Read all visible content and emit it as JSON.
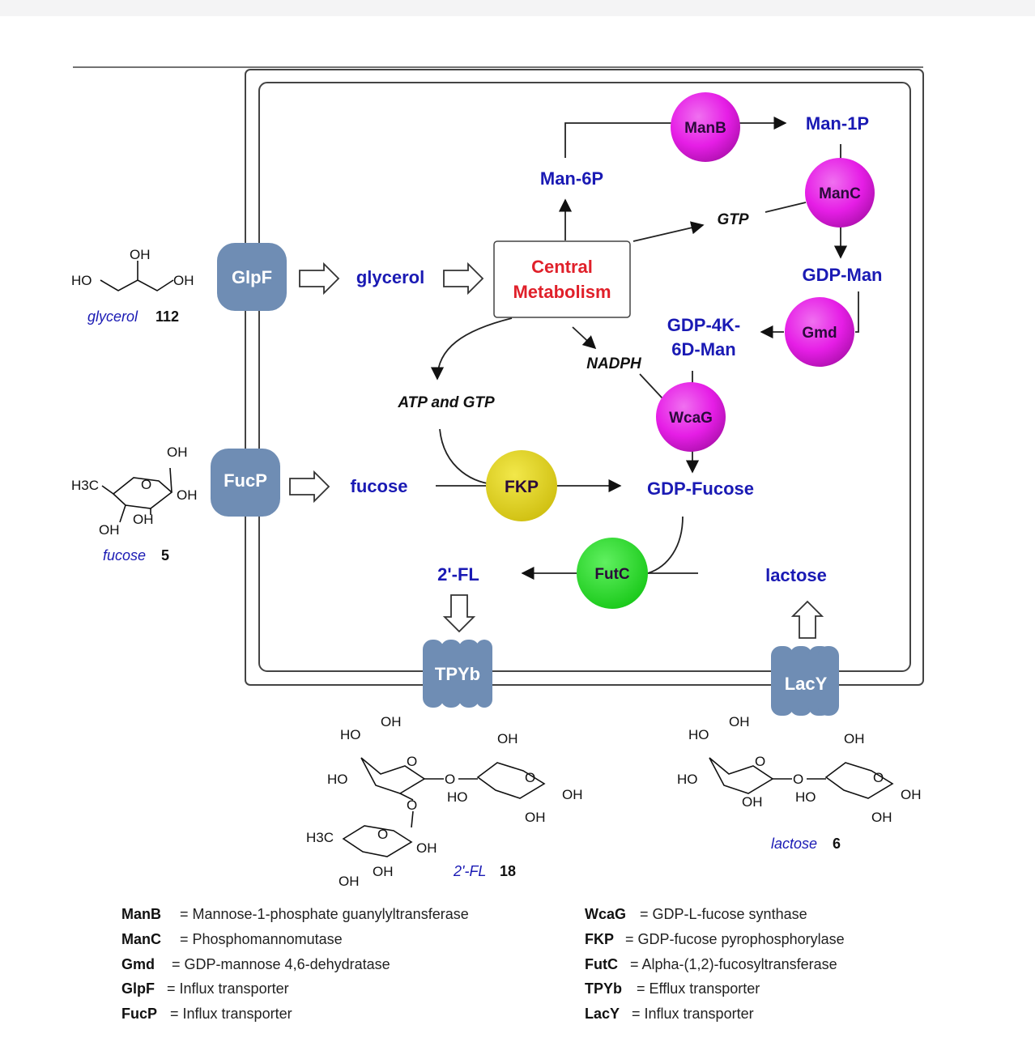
{
  "metabolites": {
    "man6p": "Man-6P",
    "man1p": "Man-1P",
    "gtp": "GTP",
    "gdp_man": "GDP-Man",
    "gdp_4k_line1": "GDP-4K-",
    "gdp_4k_line2": "6D-Man",
    "nadph": "NADPH",
    "atp_gtp": "ATP and GTP",
    "glycerol": "glycerol",
    "fucose": "fucose",
    "gdp_fucose": "GDP-Fucose",
    "two_fl": "2'-FL",
    "lactose": "lactose"
  },
  "central": {
    "line1": "Central",
    "line2": "Metabolism"
  },
  "enzymes": {
    "manb": "ManB",
    "manc": "ManC",
    "gmd": "Gmd",
    "wcag": "WcaG",
    "fkp": "FKP",
    "futc": "FutC"
  },
  "transporters": {
    "glpf": "GlpF",
    "fucp": "FucP",
    "tpyb": "TPYb",
    "lacy": "LacY"
  },
  "structures": {
    "glycerol": {
      "name": "glycerol",
      "num": "112",
      "oh_top": "OH",
      "ho_left": "HO",
      "oh_right": "OH"
    },
    "fucose": {
      "name": "fucose",
      "num": "5",
      "oh1": "OH",
      "h3c": "H3C",
      "o": "O",
      "oh2": "OH",
      "oh3": "OH",
      "oh4": "OH"
    },
    "two_fl": {
      "name": "2'-FL",
      "num": "18"
    },
    "lactose": {
      "name": "lactose",
      "num": "6"
    }
  },
  "atoms": {
    "oh": "OH",
    "ho": "HO",
    "o": "O",
    "h3c": "H3C"
  },
  "legend": {
    "left": [
      {
        "key": "ManB",
        "val": "= Mannose-1-phosphate guanylyltransferase"
      },
      {
        "key": "ManC",
        "val": "= Phosphomannomutase"
      },
      {
        "key": "Gmd",
        "val": "= GDP-mannose 4,6-dehydratase"
      },
      {
        "key": "GlpF",
        "val": "= Influx transporter"
      },
      {
        "key": "FucP",
        "val": "= Influx transporter"
      }
    ],
    "right": [
      {
        "key": "WcaG",
        "val": "= GDP-L-fucose synthase"
      },
      {
        "key": "FKP",
        "val": "= GDP-fucose pyrophosphorylase"
      },
      {
        "key": "FutC",
        "val": "= Alpha-(1,2)-fucosyltransferase"
      },
      {
        "key": "TPYb",
        "val": "= Efflux transporter"
      },
      {
        "key": "LacY",
        "val": "= Influx transporter"
      }
    ]
  },
  "colors": {
    "enzyme_magenta": "#e61ee6",
    "enzyme_yellow": "#e2d316",
    "enzyme_green": "#22e622",
    "transporter": "#6f8db4",
    "metabolite_blue": "#1a1ab4",
    "central_red": "#e0202a"
  }
}
